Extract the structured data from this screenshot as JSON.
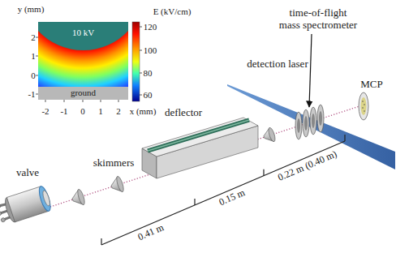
{
  "diagram": {
    "nodes": [
      {
        "text": [
          "10 kV"
        ]
      },
      {
        "text": [
          "ground"
        ]
      }
    ],
    "labels": [
      "y (mm)",
      "2",
      "1",
      "0",
      "-1",
      "-2",
      "-1",
      "0",
      "1",
      "2",
      "x (mm)",
      "E (kV/cm)",
      "120",
      "100",
      "80",
      "60",
      "valve",
      "skimmers",
      "deflector",
      "detection laser",
      "time-of-flight mass spectrometer",
      "MCP",
      "0.41 m",
      "0.15 m",
      "0.22 m (0.40 m)"
    ]
  }
}
